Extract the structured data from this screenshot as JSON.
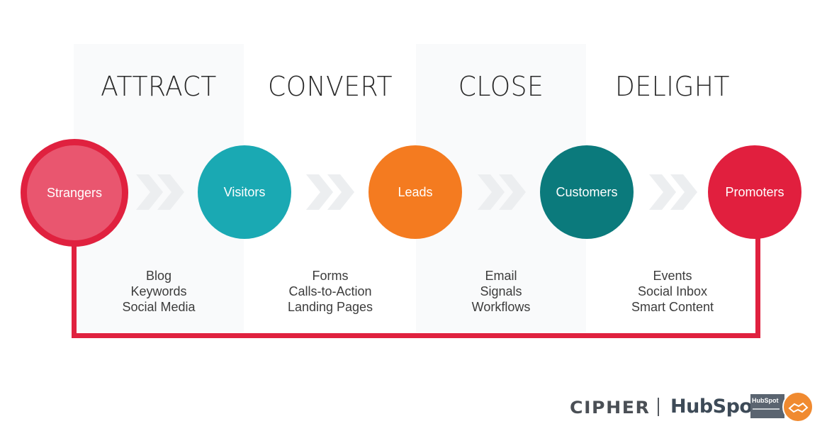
{
  "stages": [
    {
      "title": "ATTRACT",
      "tools": [
        "Blog",
        "Keywords",
        "Social Media"
      ]
    },
    {
      "title": "CONVERT",
      "tools": [
        "Forms",
        "Calls-to-Action",
        "Landing Pages"
      ]
    },
    {
      "title": "CLOSE",
      "tools": [
        "Email",
        "Signals",
        "Workflows"
      ]
    },
    {
      "title": "DELIGHT",
      "tools": [
        "Events",
        "Social Inbox",
        "Smart Content"
      ]
    }
  ],
  "nodes": [
    {
      "label": "Strangers",
      "color": "#e9566f",
      "ring": "#e0213f"
    },
    {
      "label": "Visitors",
      "color": "#1aa9b3"
    },
    {
      "label": "Leads",
      "color": "#f47b20"
    },
    {
      "label": "Customers",
      "color": "#0b7a7c"
    },
    {
      "label": "Promoters",
      "color": "#e11f3e"
    }
  ],
  "colors": {
    "loop": "#e0213f",
    "chevron": "#eceef0",
    "band": "#f9fafb"
  },
  "logos": {
    "cipher": "CIPHER",
    "hubspot": "HubSpot",
    "badge": "HubSpot"
  }
}
